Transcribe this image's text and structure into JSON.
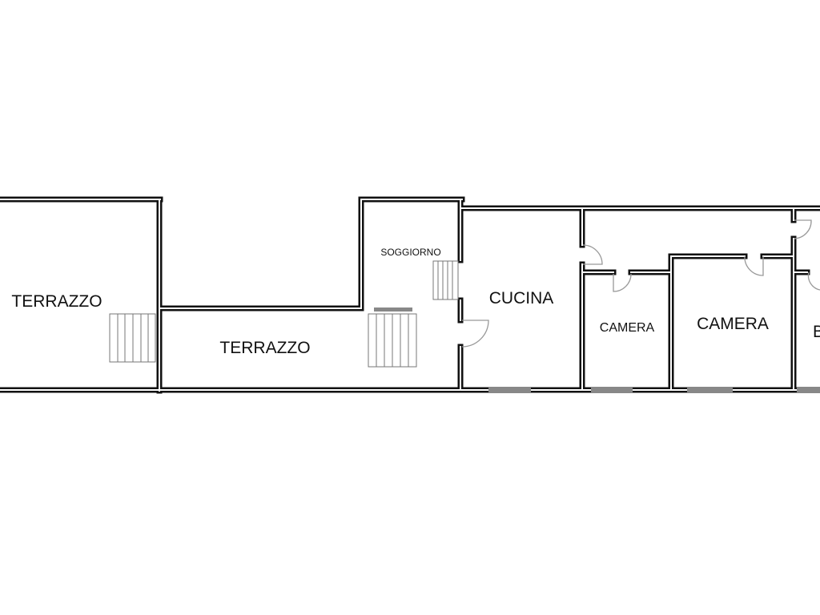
{
  "rooms": {
    "terrazzo_left": "TERRAZZO",
    "terrazzo_middle": "TERRAZZO",
    "soggiorno": "SOGGIORNO",
    "cucina": "CUCINA",
    "camera_small": "CAMERA",
    "camera_large": "CAMERA",
    "bagno_partial": "B"
  },
  "colors": {
    "wall": "#111111",
    "window": "#888888",
    "door": "#999999"
  }
}
